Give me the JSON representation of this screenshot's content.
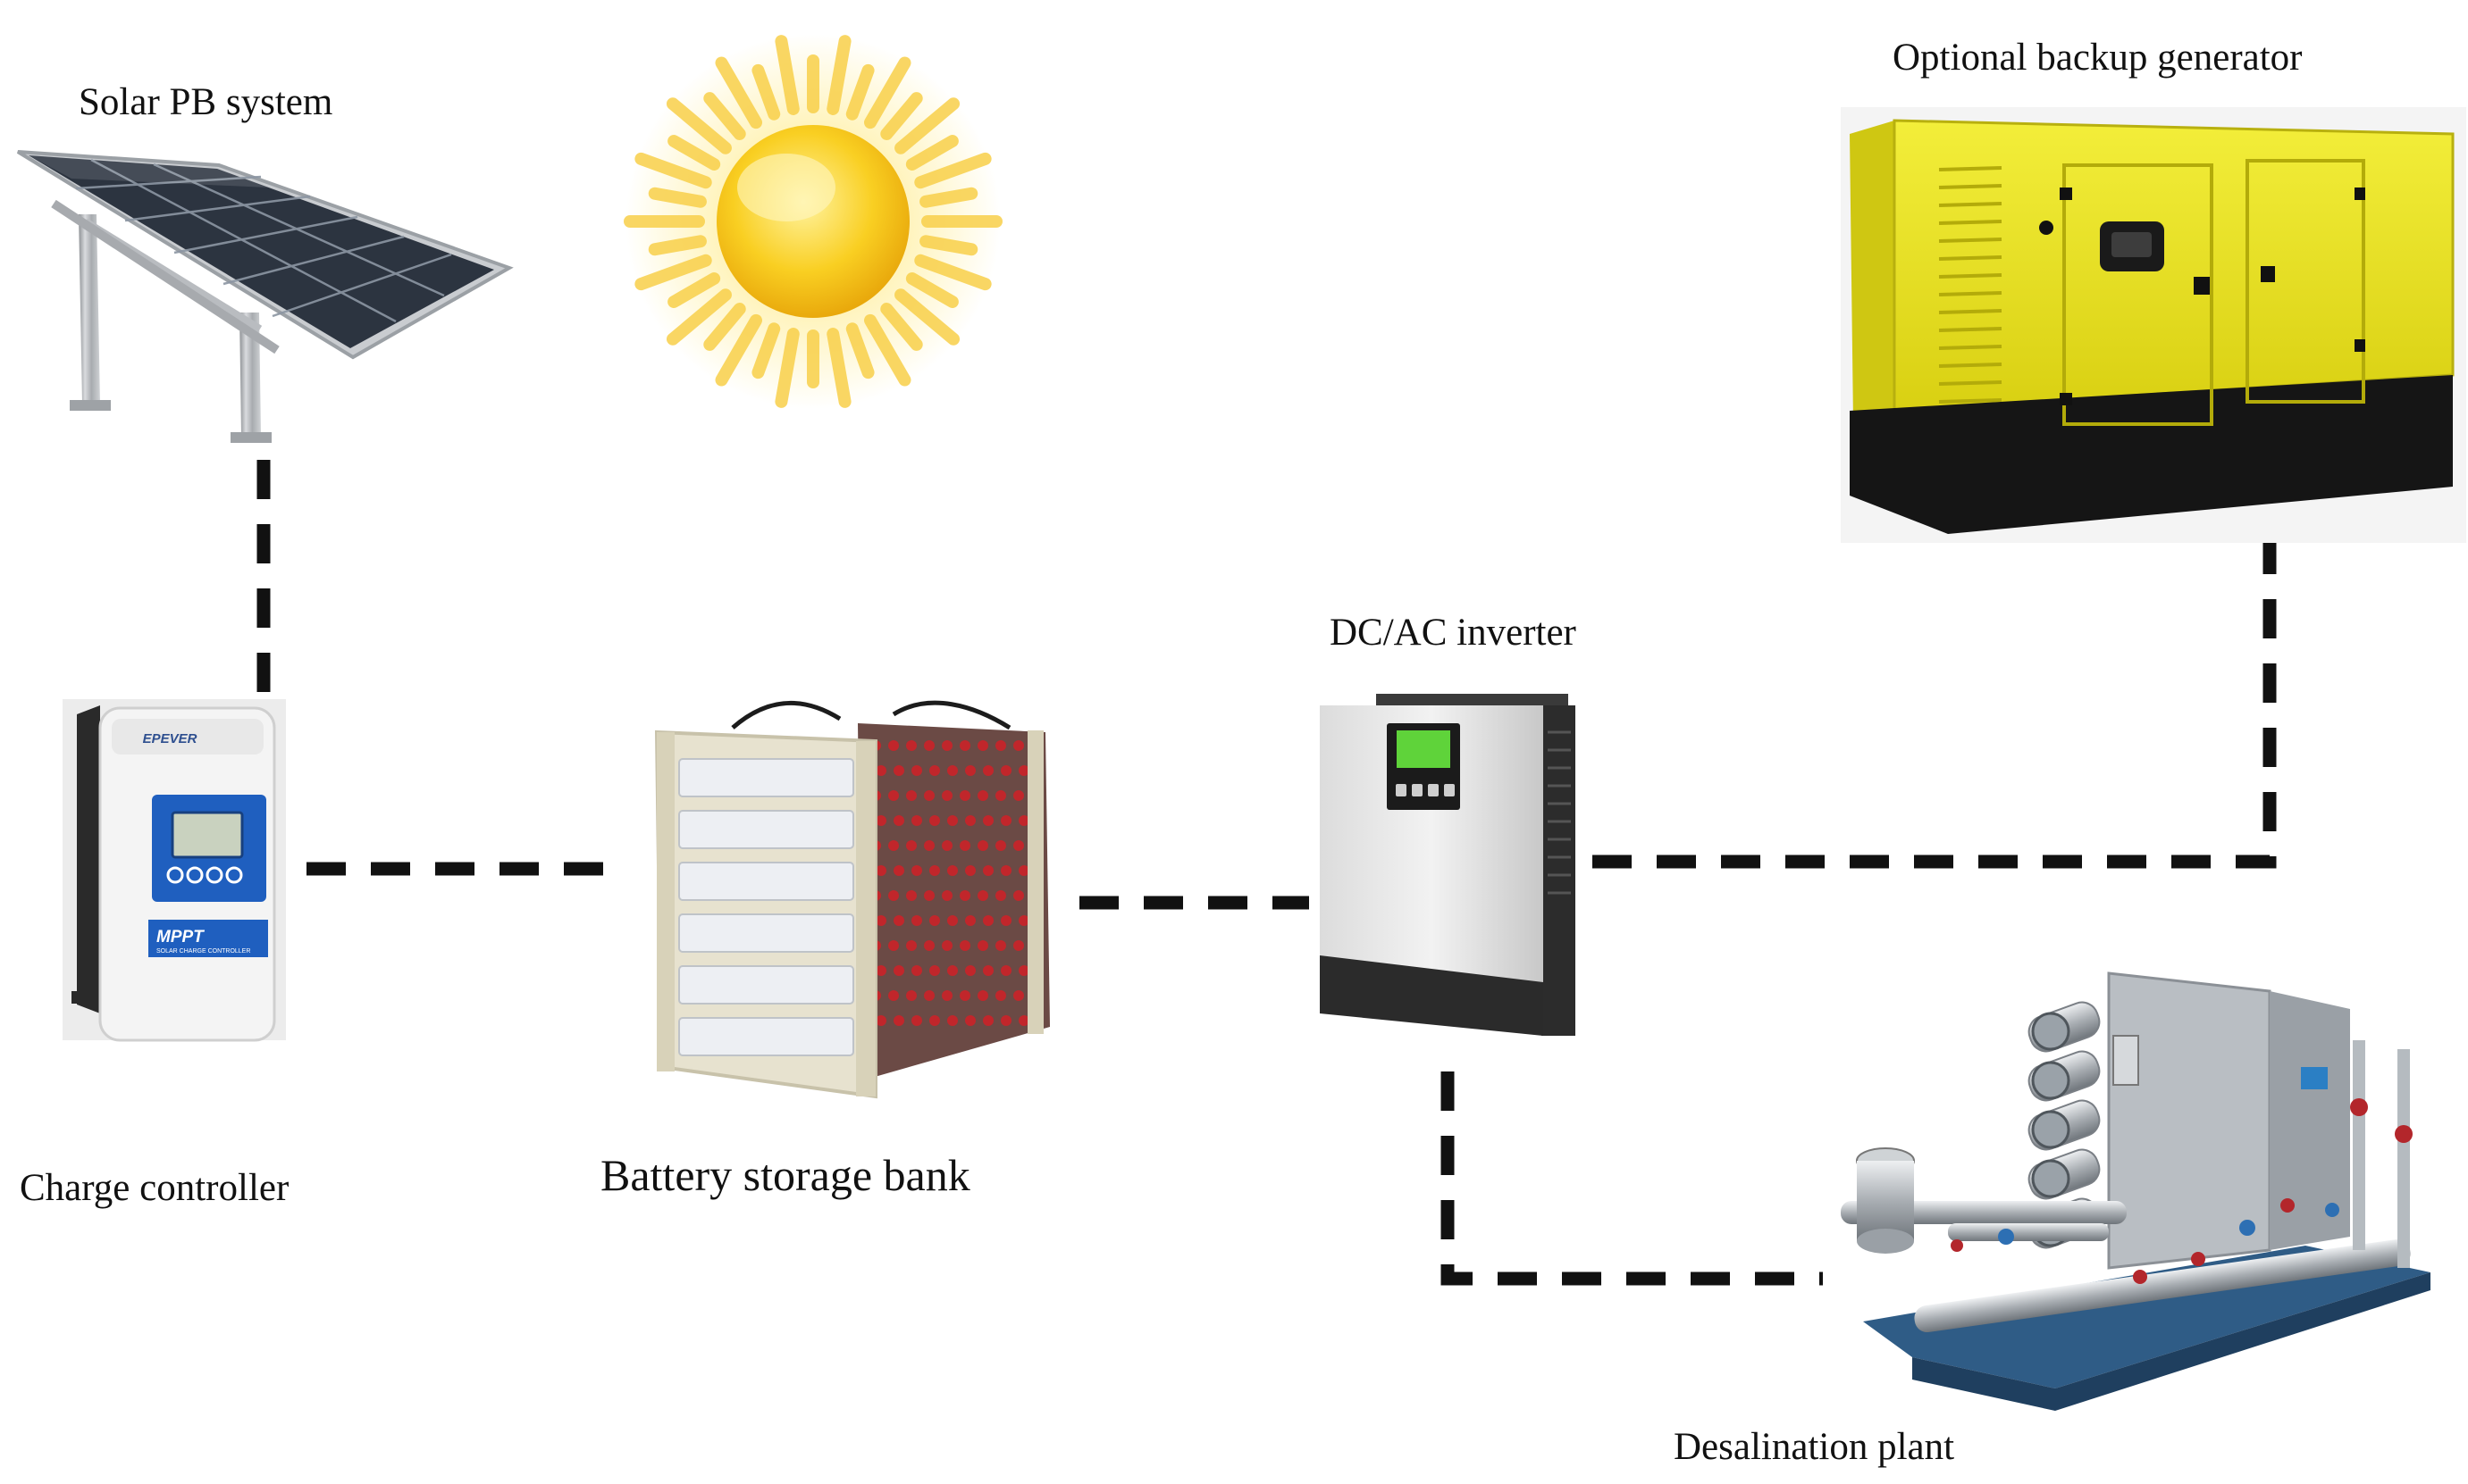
{
  "labels": {
    "solar": "Solar PB system",
    "generator": "Optional backup generator",
    "inverter": "DC/AC inverter",
    "controller": "Charge controller",
    "battery": "Battery storage bank",
    "desalination": "Desalination plant"
  },
  "device_text": {
    "controller_brand": "EPEVER",
    "controller_mppt": "MPPT",
    "controller_sub": "SOLAR CHARGE CONTROLLER"
  },
  "colors": {
    "connector": "#111111",
    "sun": "#f7c21d",
    "generator_body": "#e9e21a",
    "controller_blue": "#1f5fbf",
    "inverter_screen": "#5fd33a"
  }
}
